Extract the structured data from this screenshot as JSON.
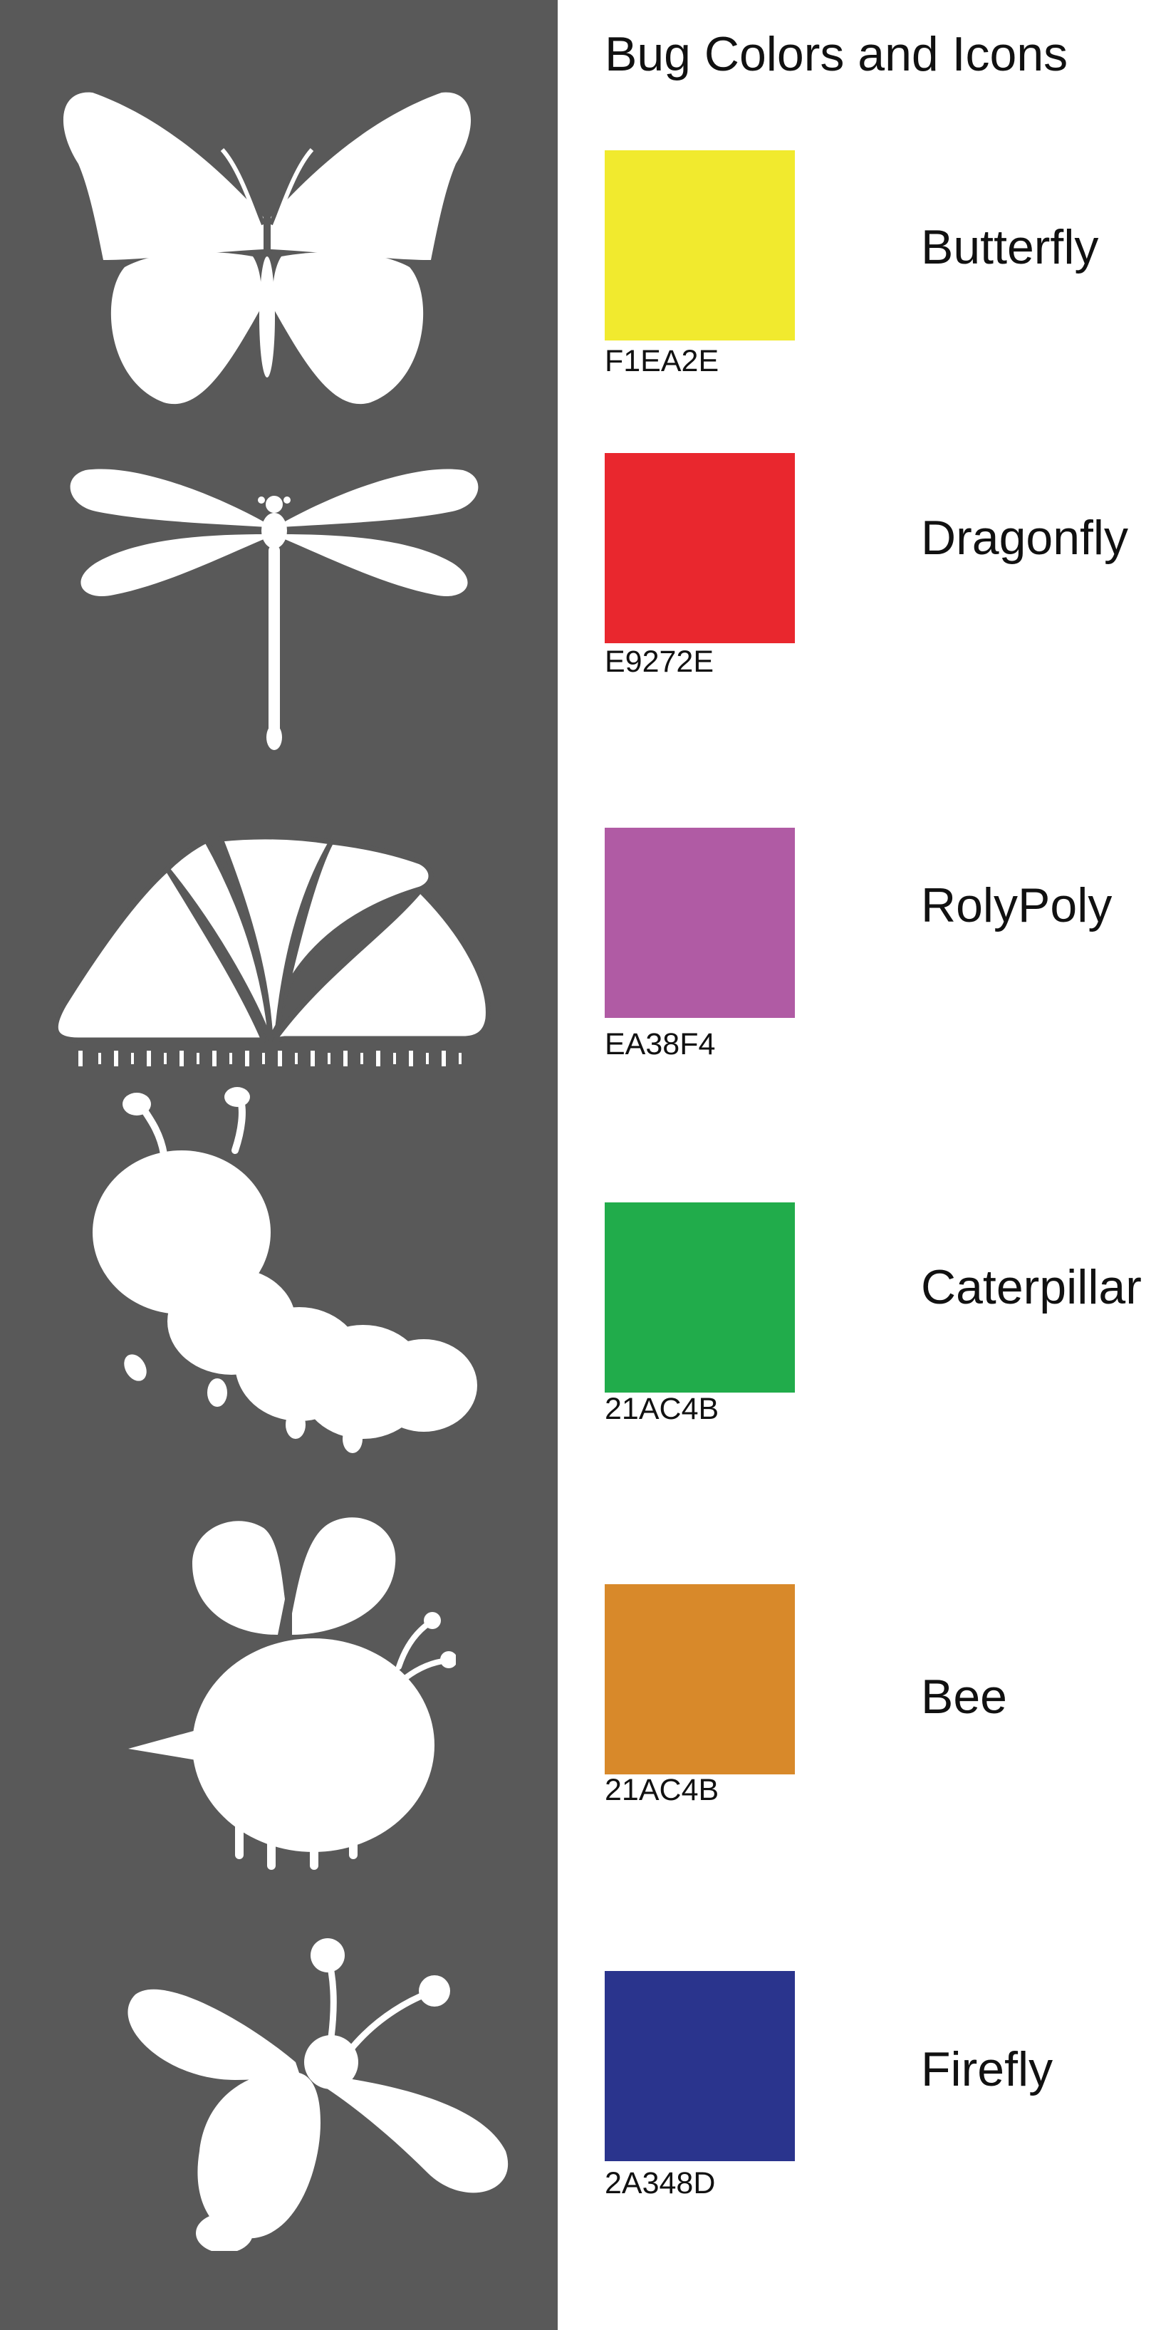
{
  "title": "Bug Colors and Icons",
  "bugs": [
    {
      "name": "Butterfly",
      "hex": "F1EA2E",
      "color": "#F1EA2E",
      "icon": "butterfly-icon"
    },
    {
      "name": "Dragonfly",
      "hex": "E9272E",
      "color": "#E9272E",
      "icon": "dragonfly-icon"
    },
    {
      "name": "RolyPoly",
      "hex": "EA38F4",
      "color": "#B05BA4",
      "icon": "rolypoly-icon"
    },
    {
      "name": "Caterpillar",
      "hex": "21AC4B",
      "color": "#21AC4B",
      "icon": "caterpillar-icon"
    },
    {
      "name": "Bee",
      "hex": "21AC4B",
      "color": "#D8892A",
      "icon": "bee-icon"
    },
    {
      "name": "Firefly",
      "hex": "2A348D",
      "color": "#2A348D",
      "icon": "firefly-icon"
    }
  ]
}
